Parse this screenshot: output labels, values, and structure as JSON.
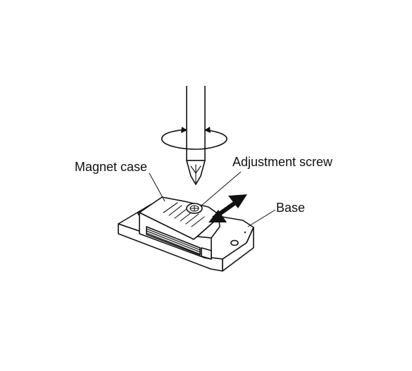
{
  "labels": {
    "magnet_case": "Magnet case",
    "adjustment_screw": "Adjustment screw",
    "base": "Base"
  },
  "colors": {
    "ink": "#111111",
    "background": "#ffffff",
    "shade": "#e9e9e9"
  }
}
